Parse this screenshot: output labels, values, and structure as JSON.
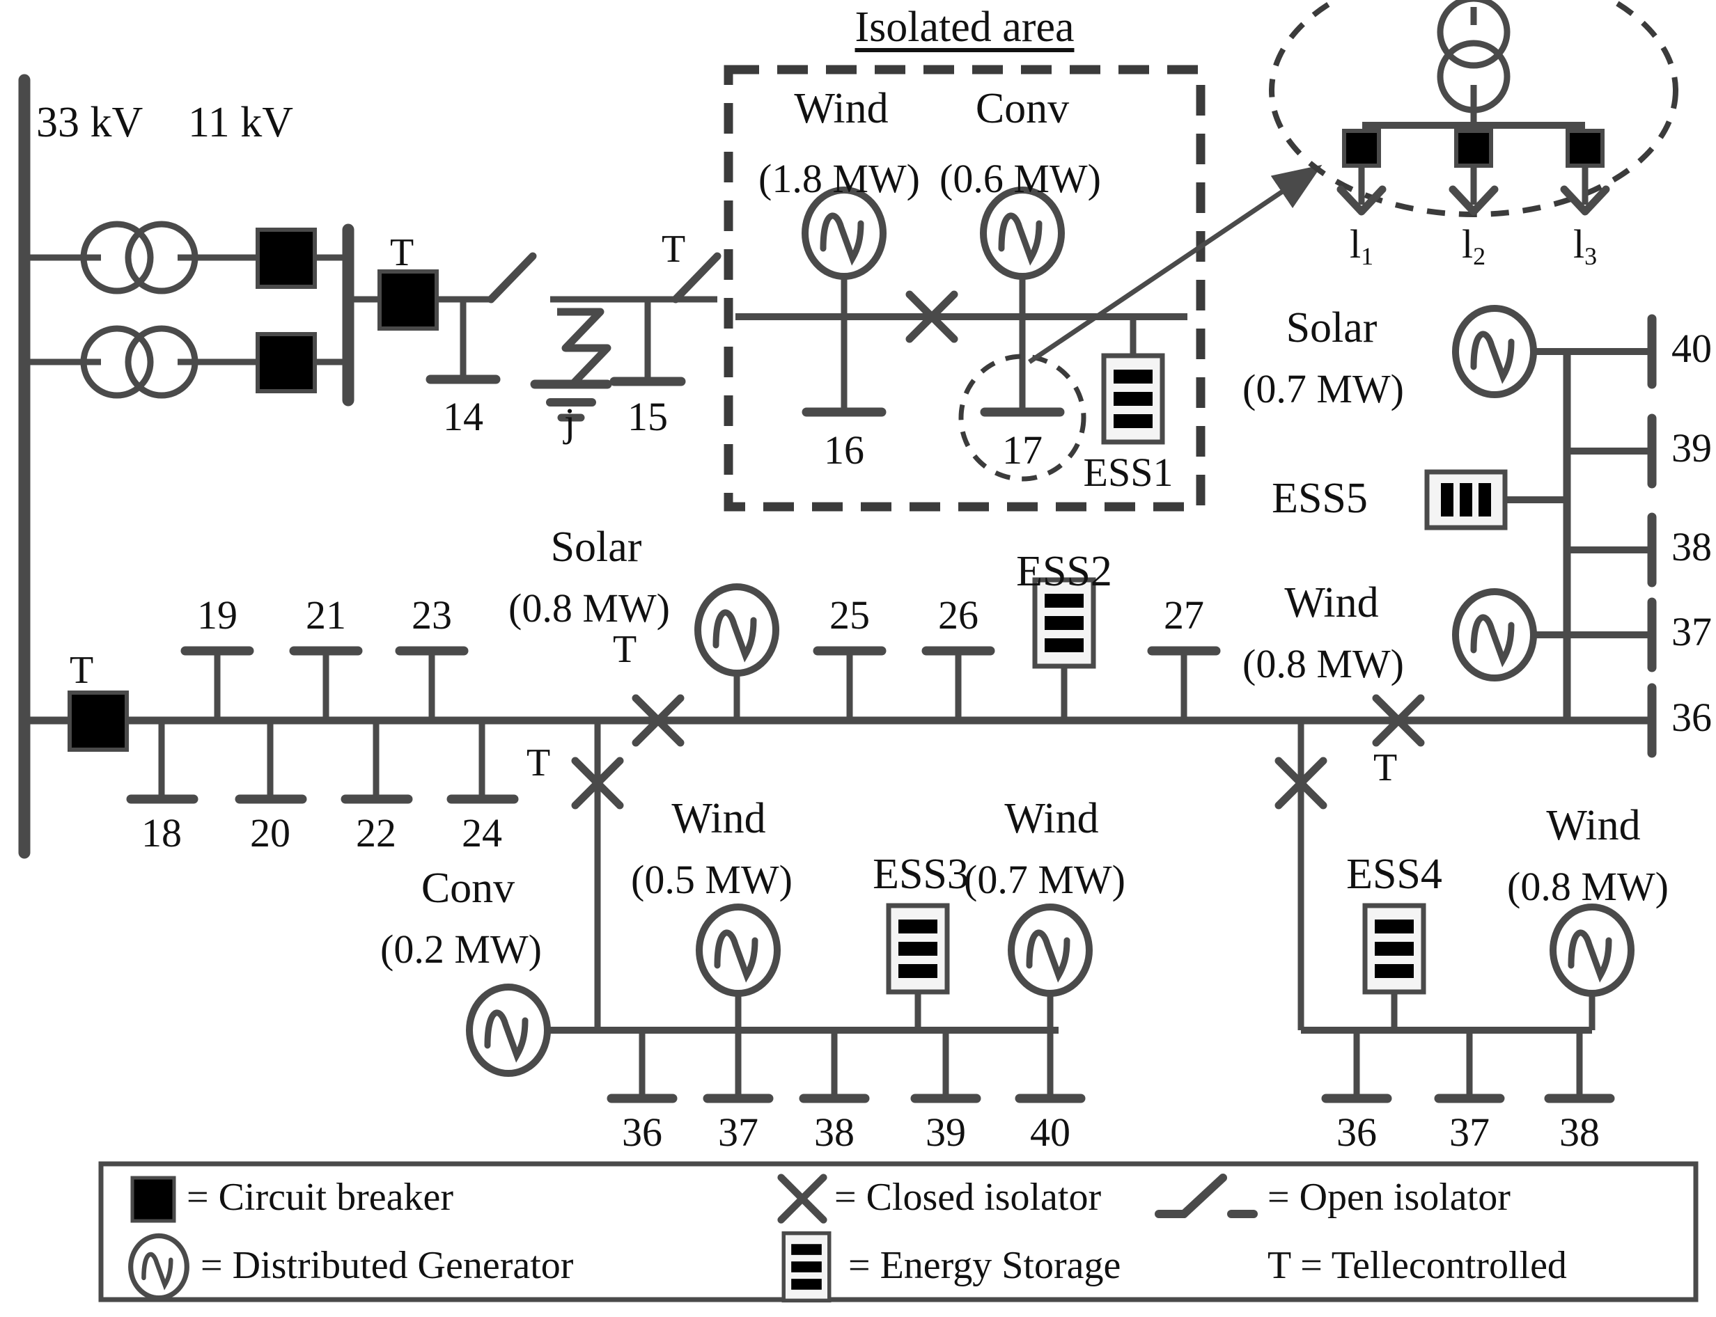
{
  "title_isolated_area": "Isolated area",
  "voltages": {
    "hv": "33 kV",
    "mv": "11 kV"
  },
  "tele_marks": [
    "T",
    "T",
    "T",
    "T",
    "T",
    "T",
    "T"
  ],
  "isolated_area": {
    "label": "Isolated area",
    "wind": {
      "name": "Wind",
      "rating": "(1.8 MW)"
    },
    "conv": {
      "name": "Conv",
      "rating": "(0.6 MW)"
    },
    "buses": [
      "16",
      "17"
    ],
    "ess": "ESS1"
  },
  "callout": {
    "loads": [
      "l",
      "l",
      "l"
    ],
    "load_subs": [
      "1",
      "2",
      "3"
    ]
  },
  "substation_buses": {
    "b14": "14",
    "bj": "j",
    "b15": "15"
  },
  "feeder_top_buses": [
    "19",
    "21",
    "23",
    "25",
    "26",
    "27"
  ],
  "feeder_bottom_buses": [
    "18",
    "20",
    "22",
    "24"
  ],
  "right_buses": [
    "40",
    "39",
    "38",
    "37",
    "36"
  ],
  "right_devices": {
    "solar": {
      "name": "Solar",
      "rating": "(0.7 MW)"
    },
    "ess5": "ESS5",
    "wind": {
      "name": "Wind",
      "rating": "(0.8 MW)"
    }
  },
  "main_devices": {
    "solar": {
      "name": "Solar",
      "rating": "(0.8 MW)"
    },
    "ess2": "ESS2"
  },
  "branch_left": {
    "conv": {
      "name": "Conv",
      "rating": "(0.2 MW)"
    },
    "wind_a": {
      "name": "Wind",
      "rating": "(0.5 MW)"
    },
    "ess3": "ESS3",
    "wind_b": {
      "name": "Wind",
      "rating": "(0.7 MW)"
    },
    "buses": [
      "36",
      "37",
      "38",
      "39",
      "40"
    ]
  },
  "branch_right": {
    "ess4": "ESS4",
    "wind": {
      "name": "Wind",
      "rating": "(0.8 MW)"
    },
    "buses": [
      "36",
      "37",
      "38"
    ]
  },
  "legend": {
    "eq": "=",
    "items": [
      {
        "icon": "circuit-breaker-icon",
        "label": "= Circuit breaker"
      },
      {
        "icon": "closed-isolator-icon",
        "label": "= Closed isolator"
      },
      {
        "icon": "open-isolator-icon",
        "label": "= Open isolator"
      },
      {
        "icon": "distributed-generator-icon",
        "label": "= Distributed Generator"
      },
      {
        "icon": "energy-storage-icon",
        "label": "= Energy Storage"
      },
      {
        "icon": "telecontrolled-icon",
        "label": "T = Tellecontrolled"
      }
    ]
  },
  "colors": {
    "line": "#4a4a4a",
    "ink": "#111111",
    "fill_black": "#000000",
    "panel": "#f4f4f4"
  }
}
